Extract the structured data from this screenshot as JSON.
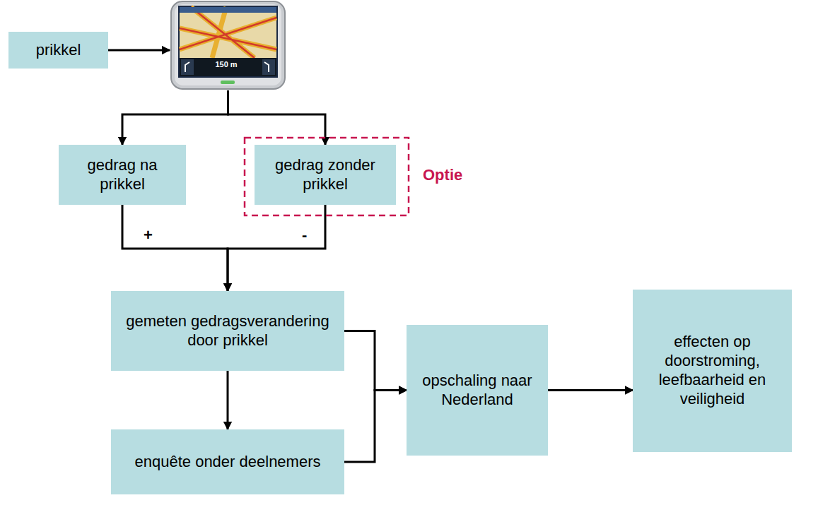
{
  "diagram": {
    "nodes": [
      {
        "text": [
          "prikkel"
        ]
      },
      {
        "text": [
          "150 m"
        ]
      },
      {
        "text": [
          "gedrag na prikkel"
        ]
      },
      {
        "text": [
          "gedrag zonder prikkel"
        ]
      },
      {
        "text": [
          "gemeten gedragsverandering door prikkel"
        ]
      },
      {
        "text": [
          "enquête onder deelnemers"
        ]
      },
      {
        "text": [
          "opschaling naar Nederland"
        ]
      },
      {
        "text": [
          "effecten op doorstroming, leefbaarheid en veiligheid"
        ]
      }
    ],
    "edges": [
      {
        "from": 0,
        "to": 1,
        "arrow": "to"
      },
      {
        "from": 1,
        "to": 2,
        "arrow": "to"
      },
      {
        "from": 1,
        "to": 3,
        "arrow": "to"
      },
      {
        "from": 2,
        "to": 4,
        "arrow": "to"
      },
      {
        "from": 3,
        "to": 4,
        "arrow": "to"
      },
      {
        "from": 4,
        "to": 5,
        "arrow": "to"
      },
      {
        "from": 4,
        "to": 6,
        "arrow": "to"
      },
      {
        "from": 5,
        "to": 6,
        "arrow": "to"
      },
      {
        "from": 6,
        "to": 7,
        "arrow": "to"
      }
    ],
    "labels": [
      "Optie",
      "+",
      "-"
    ]
  }
}
